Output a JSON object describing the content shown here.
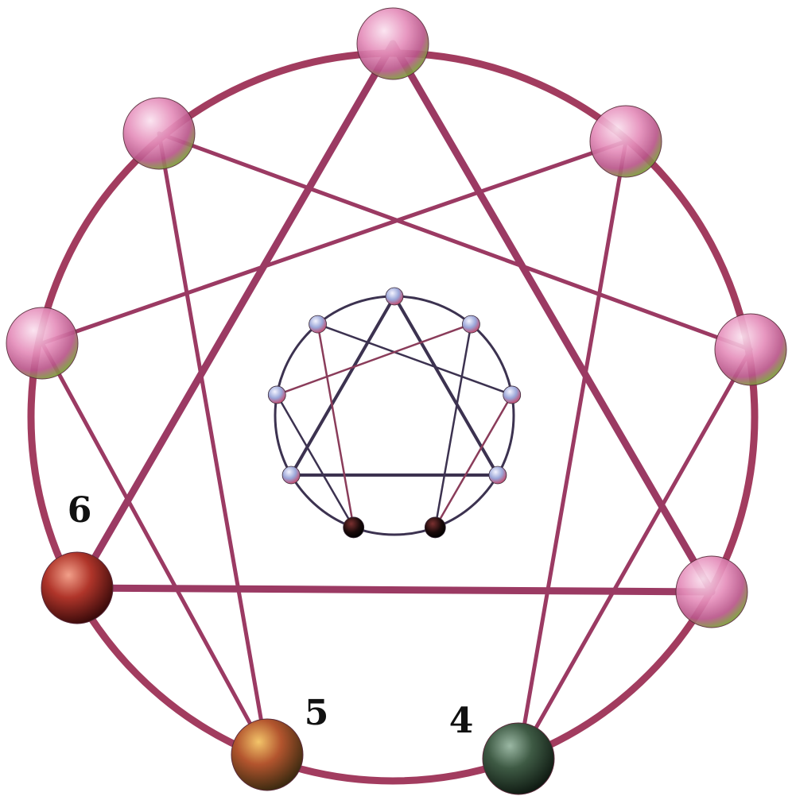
{
  "diagram": {
    "type": "enneagram",
    "point_count": 9,
    "labels": {
      "point_6": "6",
      "point_5": "5",
      "point_4": "4"
    },
    "highlighted_points": [
      "6",
      "5",
      "4"
    ],
    "triangle_points": [
      "9",
      "3",
      "6"
    ],
    "hexad_sequence": [
      "1",
      "4",
      "2",
      "8",
      "5",
      "7",
      "1"
    ],
    "inner_enneagram": {
      "present": true,
      "highlighted_points": [
        "5",
        "4"
      ]
    },
    "colors": {
      "circle_stroke": "#a23c5f",
      "line_stroke": "#9b3a63",
      "inner_line_stroke": "#3c3250",
      "sphere_pink": "#e690bc",
      "sphere_green": "#7e9a3c",
      "sphere_6": "#8a1f1a",
      "sphere_5": "#9a6a2a",
      "sphere_4": "#2f4a38",
      "label_text": "#111111",
      "background": "#ffffff"
    }
  }
}
